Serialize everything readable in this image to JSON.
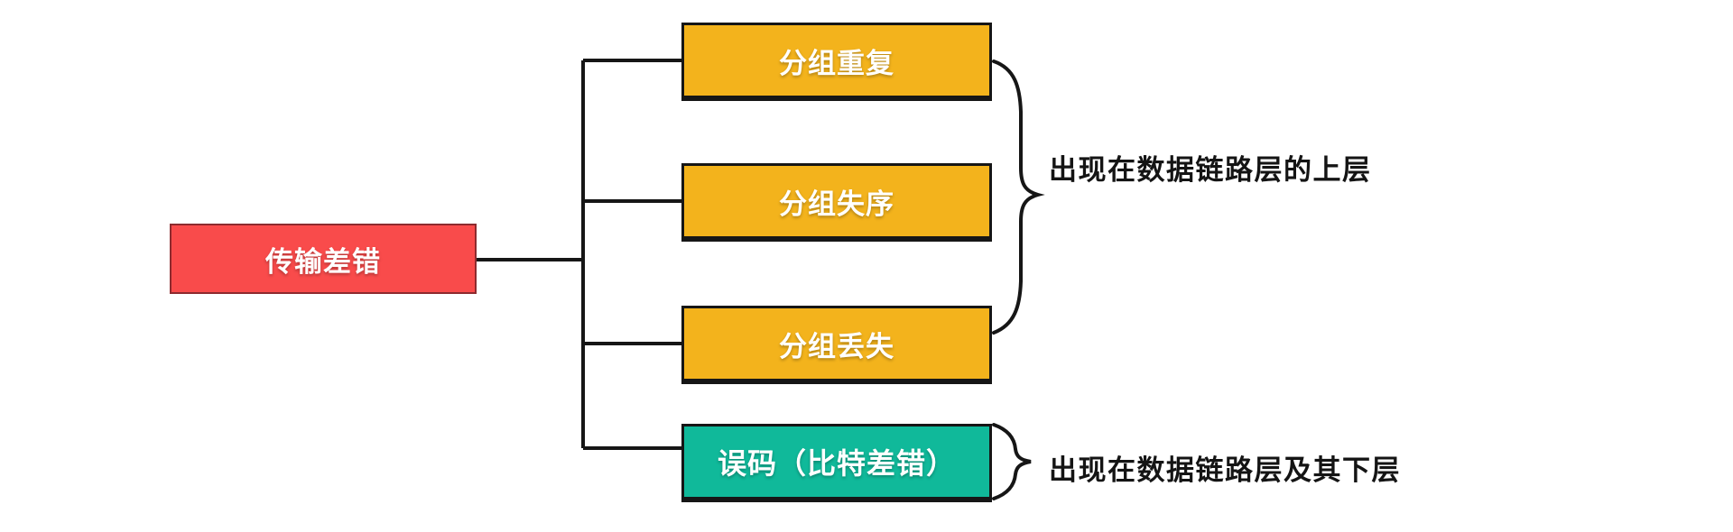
{
  "diagram": {
    "type": "mind-map",
    "title_node": {
      "label": "传输差错",
      "color": "#F94B4B"
    },
    "branches": [
      {
        "label": "分组重复",
        "color": "#F3B31C",
        "group": "upper-layers"
      },
      {
        "label": "分组失序",
        "color": "#F3B31C",
        "group": "upper-layers"
      },
      {
        "label": "分组丢失",
        "color": "#F3B31C",
        "group": "upper-layers"
      },
      {
        "label": "误码（比特差错）",
        "color": "#10B99A",
        "group": "link-layer-and-below"
      }
    ],
    "annotations": [
      {
        "text": "出现在数据链路层的上层",
        "brace": "large",
        "covers": [
          "分组重复",
          "分组失序",
          "分组丢失"
        ]
      },
      {
        "text": "出现在数据链路层及其下层",
        "brace": "small",
        "covers": [
          "误码（比特差错）"
        ]
      }
    ],
    "colors": {
      "root": "#F94B4B",
      "packet": "#F3B31C",
      "bit_error": "#10B99A",
      "line": "#161616",
      "text_on_box": "#FFFFFF",
      "annotation_text": "#141414",
      "background": "#FFFFFF"
    }
  }
}
